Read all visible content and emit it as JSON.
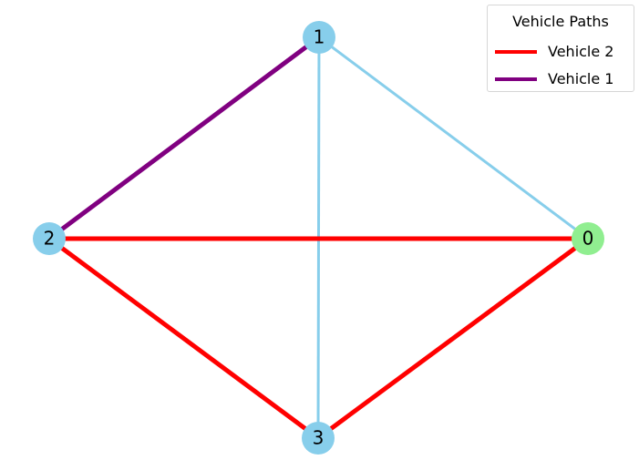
{
  "nodes": [
    {
      "id": "0",
      "label": "0",
      "color": "#90ee90"
    },
    {
      "id": "1",
      "label": "1",
      "color": "#87ceeb"
    },
    {
      "id": "2",
      "label": "2",
      "color": "#87ceeb"
    },
    {
      "id": "3",
      "label": "3",
      "color": "#87ceeb"
    }
  ],
  "edges": [
    {
      "from": "1",
      "to": "0",
      "color": "#87ceeb",
      "route": null
    },
    {
      "from": "1",
      "to": "3",
      "color": "#87ceeb",
      "route": null
    },
    {
      "from": "1",
      "to": "2",
      "color": "#800080",
      "route": "Vehicle 1"
    },
    {
      "from": "2",
      "to": "0",
      "color": "#ff0000",
      "route": "Vehicle 2"
    },
    {
      "from": "2",
      "to": "3",
      "color": "#ff0000",
      "route": "Vehicle 2"
    },
    {
      "from": "3",
      "to": "0",
      "color": "#ff0000",
      "route": "Vehicle 2"
    }
  ],
  "legend": {
    "title": "Vehicle Paths",
    "placement": "top-right",
    "entries": [
      {
        "label": "Vehicle 2",
        "color": "#ff0000"
      },
      {
        "label": "Vehicle 1",
        "color": "#800080"
      }
    ]
  }
}
